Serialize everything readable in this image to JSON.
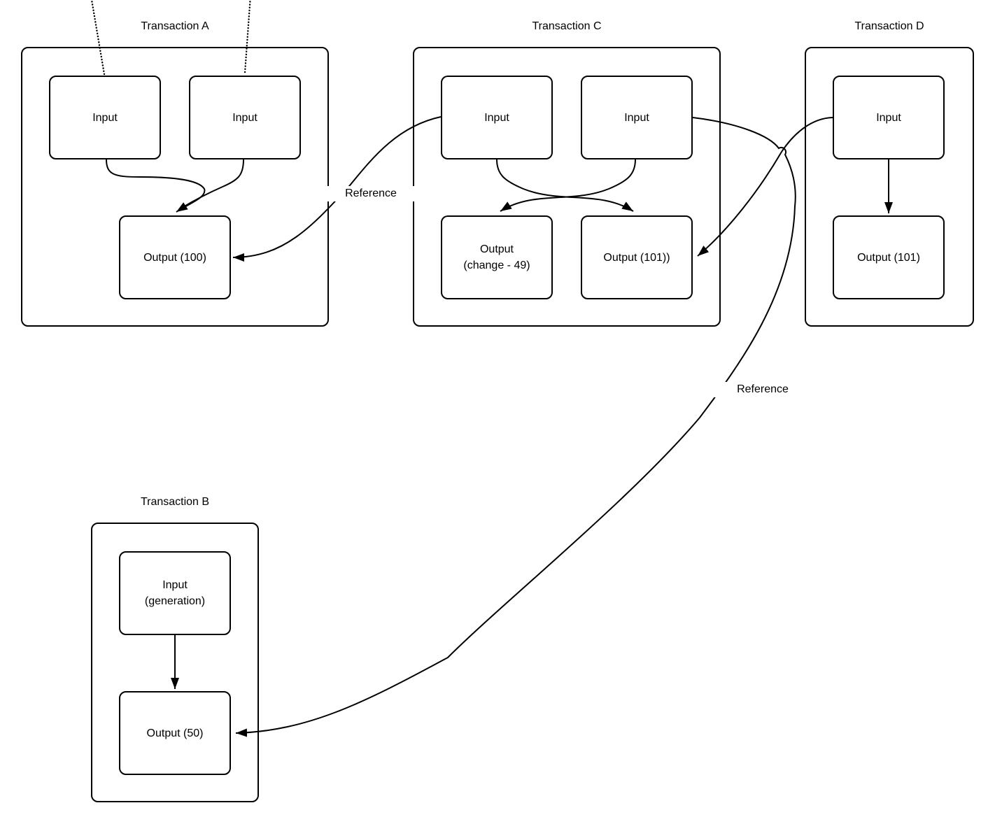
{
  "page": {
    "background_color": "#ffffff",
    "stroke_color": "#000000"
  },
  "transactions": {
    "a": {
      "title": "Transaction A",
      "input1": "Input",
      "input2": "Input",
      "output": "Output (100)"
    },
    "b": {
      "title": "Transaction B",
      "input": "Input\n(generation)",
      "output": "Output (50)"
    },
    "c": {
      "title": "Transaction C",
      "input1": "Input",
      "input2": "Input",
      "output1": "Output\n(change - 49)",
      "output2": "Output (101))"
    },
    "d": {
      "title": "Transaction D",
      "input": "Input",
      "output": "Output (101)"
    }
  },
  "edges": {
    "reference_c_to_a_label": "Reference",
    "reference_c_to_b_label": "Reference"
  }
}
